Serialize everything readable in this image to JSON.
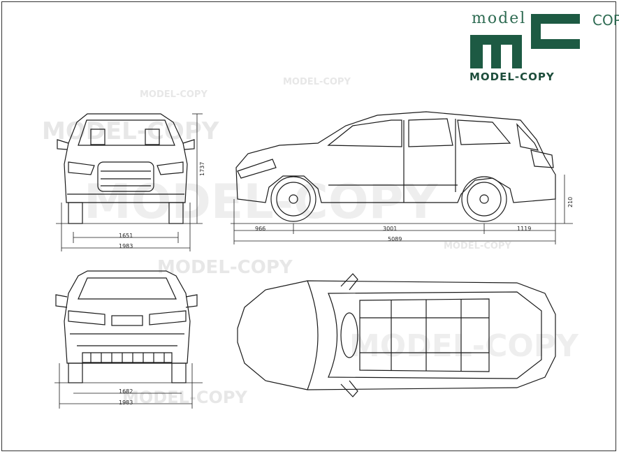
{
  "logo": {
    "top_word": "model",
    "mark": "MC",
    "side_word": "COPY",
    "bottom_word": "MODEL-COPY",
    "color": "#1d5a43"
  },
  "watermarks": {
    "w1": "MODEL-COPY",
    "w2": "MODEL-COPY",
    "w3": "MODEL-COPY",
    "w4": "MODEL-COPY",
    "w5": "MODEL-COPY",
    "w6": "MODEL-COPY",
    "w7": "MODEL-COPY",
    "w8": "MODEL-COPY"
  },
  "dimensions": {
    "front_track": "1651",
    "front_width": "1983",
    "front_height": "1737",
    "side_front_overhang": "966",
    "side_wheelbase": "3001",
    "side_rear_overhang": "1119",
    "side_length": "5089",
    "side_ground": "210",
    "rear_track": "1682",
    "rear_width": "1983"
  }
}
